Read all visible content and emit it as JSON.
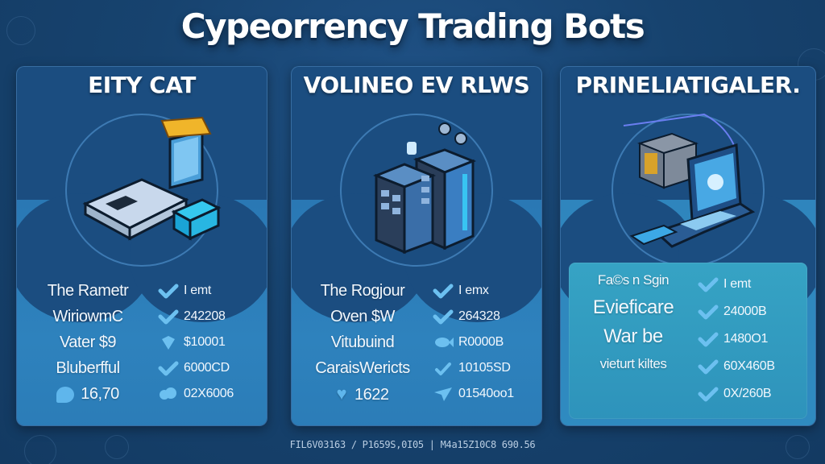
{
  "header": {
    "title": "Cypeorrency Trading Bots"
  },
  "colors": {
    "background": "#17436f",
    "panel": "#1b4d80",
    "panel_lower": "#2e82bd",
    "highlight_box": "#36a3c4",
    "check": "#6cc0f0",
    "text": "#ffffff"
  },
  "panels": [
    {
      "title": "EITY CAT",
      "illustration": "laptop-with-ticket-icon",
      "rows": [
        {
          "label": "The Rametr",
          "icon": "check-icon",
          "value": "I emt"
        },
        {
          "label": "WiriowmC",
          "icon": "check-icon",
          "value": "242208"
        },
        {
          "label": "Vater $9",
          "icon": "gem-icon",
          "value": "$10001"
        },
        {
          "label": "Bluberfful",
          "icon": "check-icon",
          "value": "6000CD"
        },
        {
          "label": "16,70",
          "label_icon": "chat-bubble-icon",
          "icon": "cloud-icon",
          "value": "02X6006"
        }
      ]
    },
    {
      "title": "VOLINEO EV RLWS",
      "illustration": "server-towers-icon",
      "rows": [
        {
          "label": "The Rogjour",
          "icon": "check-icon",
          "value": "I emx"
        },
        {
          "label": "Oven $W",
          "icon": "check-icon",
          "value": "264328"
        },
        {
          "label": "Vitubuind",
          "icon": "fish-icon",
          "value": "R0000B"
        },
        {
          "label": "CaraisWericts",
          "icon": "check-icon",
          "value": "10105SD"
        },
        {
          "label": "1622",
          "label_icon": "heart-icon",
          "icon": "paper-plane-icon",
          "value": "01540oo1"
        }
      ]
    },
    {
      "title": "PRINELIATIGALER.",
      "illustration": "laptop-with-safe-icon",
      "left_lines": [
        {
          "text": "Fa⁠©s n Sgin",
          "size": "small"
        },
        {
          "text": "Evieficare",
          "size": "big"
        },
        {
          "text": "War be",
          "size": "big"
        },
        {
          "text": "vieturt kiltes",
          "size": "small"
        }
      ],
      "rows": [
        {
          "icon": "check-icon",
          "value": "I emt"
        },
        {
          "icon": "check-icon",
          "value": "24000B"
        },
        {
          "icon": "check-icon",
          "value": "1480O1"
        },
        {
          "icon": "check-icon",
          "value": "60X460B"
        },
        {
          "icon": "check-icon",
          "value": "0X/260B"
        }
      ]
    }
  ],
  "footer": {
    "text": "FIL6V03163 / P1659S,0I05 | M4a15Z10C8 690.56"
  }
}
